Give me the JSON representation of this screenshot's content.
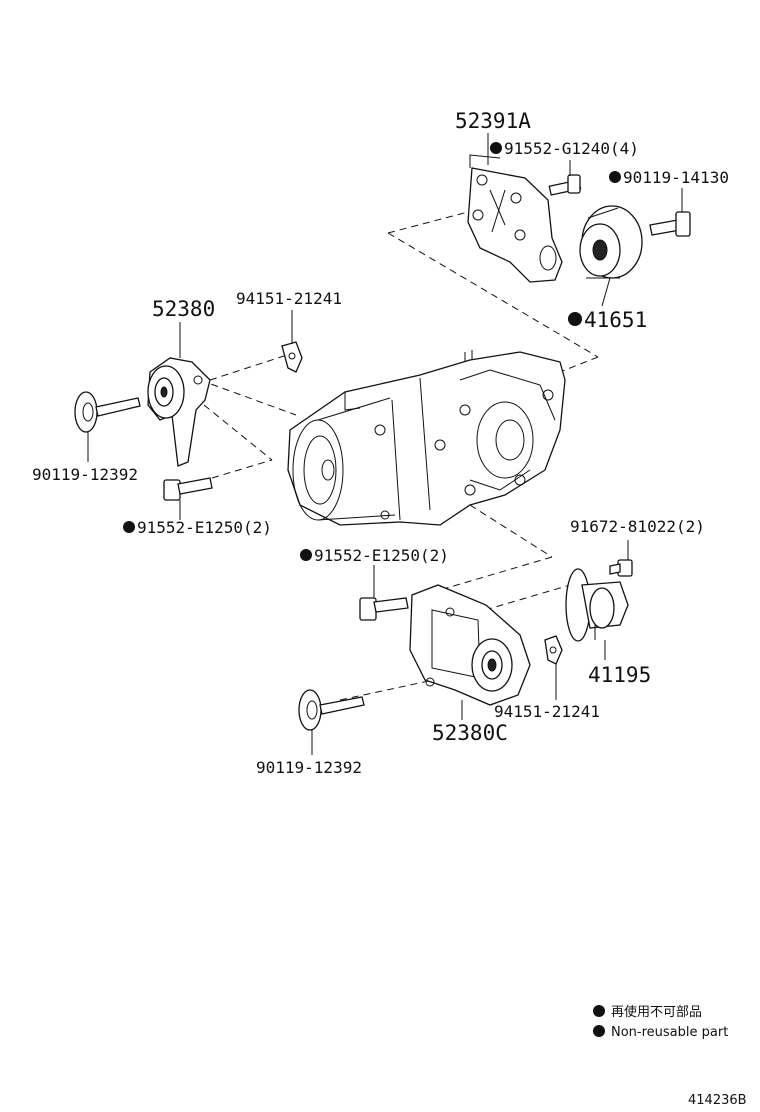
{
  "diagram": {
    "parts": {
      "p52391A": "52391A",
      "p91552G": "91552-G1240(4)",
      "p90119_14130": "90119-14130",
      "p41651": "41651",
      "p52380": "52380",
      "p94151_top": "94151-21241",
      "p90119_left": "90119-12392",
      "p91552E_left": "91552-E1250(2)",
      "p91552E_mid": "91552-E1250(2)",
      "p91672": "91672-81022(2)",
      "p41195": "41195",
      "p94151_bot": "94151-21241",
      "p52380C": "52380C",
      "p90119_bot": "90119-12392"
    },
    "legend": {
      "japanese": "再使用不可部品",
      "english": "Non-reusable part"
    },
    "diagram_id": "414236B"
  }
}
